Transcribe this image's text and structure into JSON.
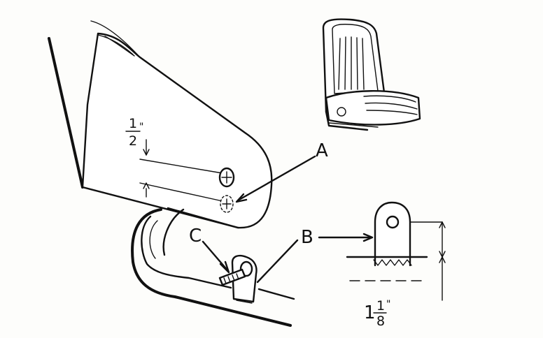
{
  "labels": {
    "a": "A",
    "b": "B",
    "c": "C"
  },
  "dimensions": {
    "half_num": "1",
    "half_den": "2",
    "half_mark": "\"",
    "one_eighth_whole": "1",
    "one_eighth_num": "1",
    "one_eighth_den": "8",
    "one_eighth_mark": "\""
  },
  "colors": {
    "ink": "#111111",
    "paper": "#fdfdfb"
  }
}
